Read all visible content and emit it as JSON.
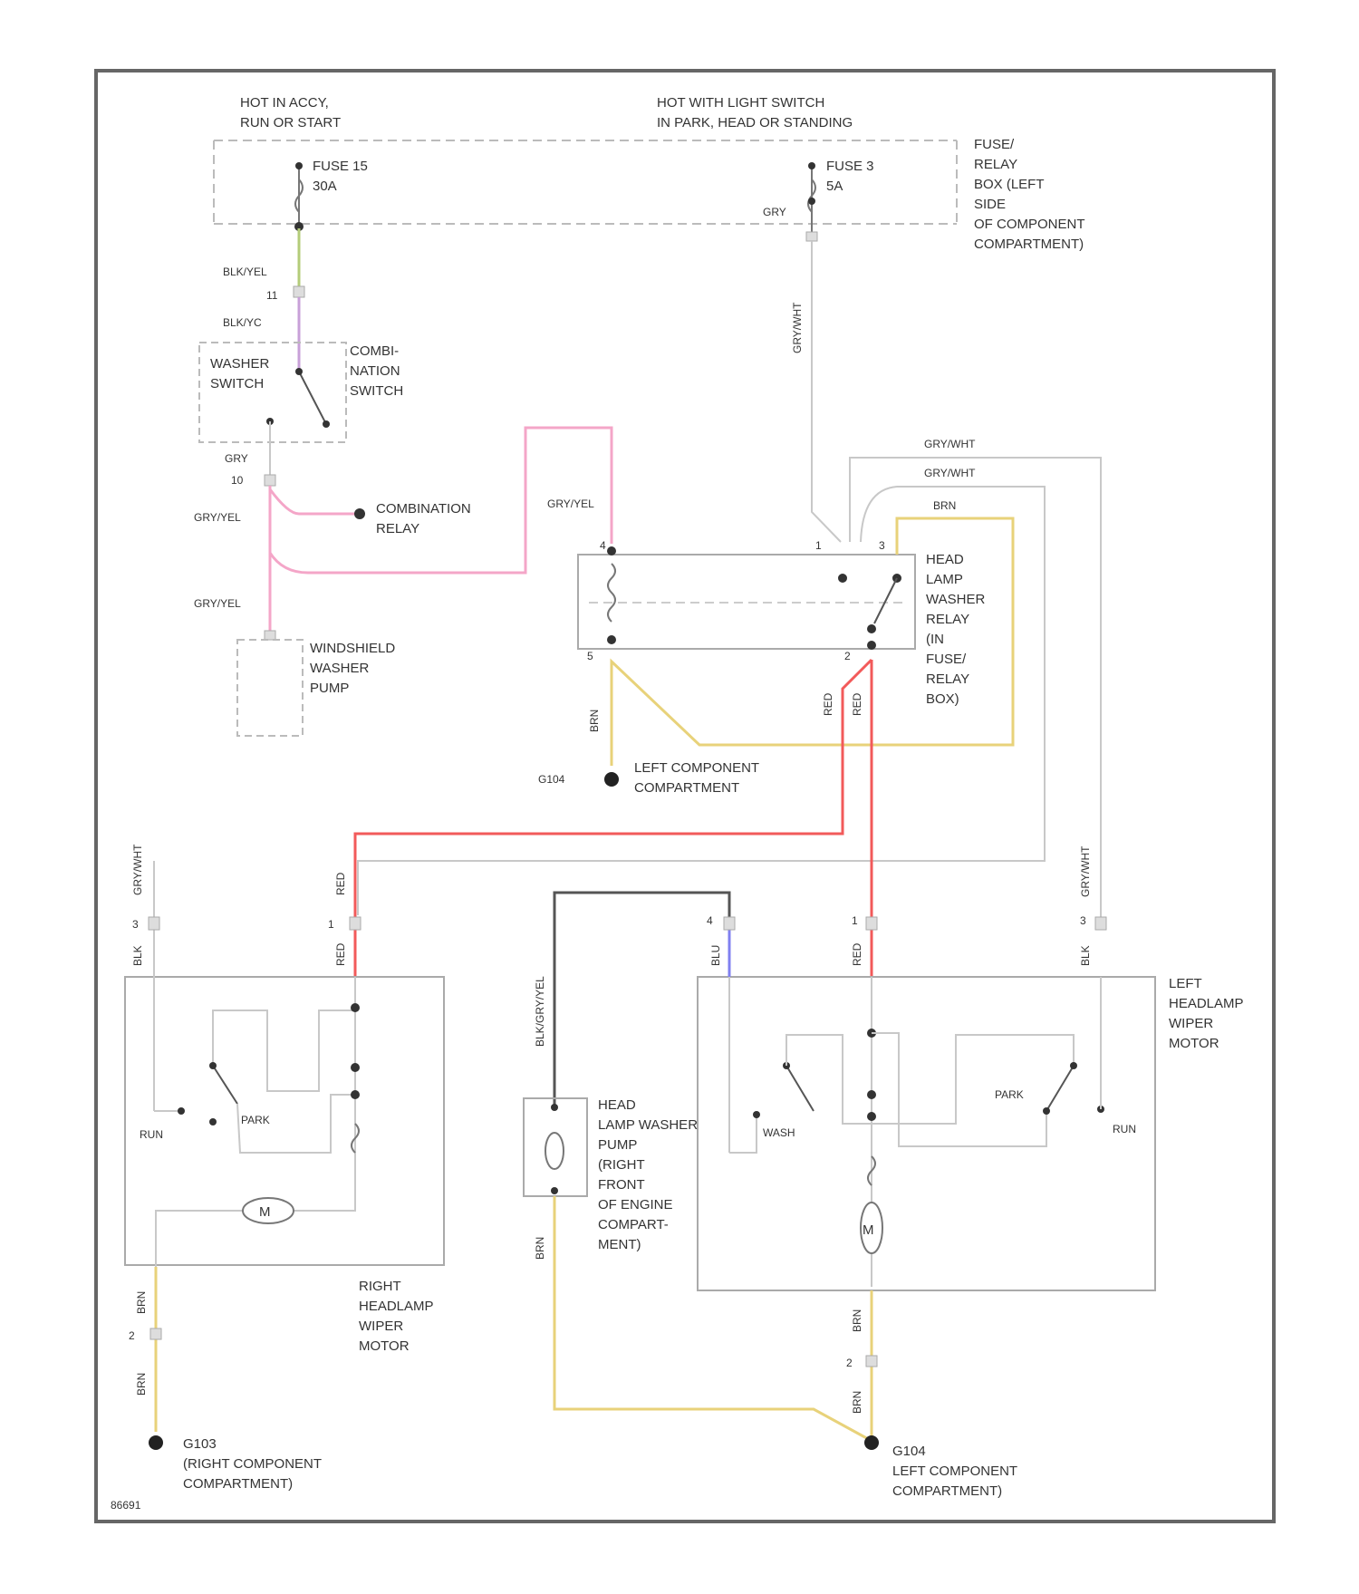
{
  "colors": {
    "wire_gray": "#c8c8c8",
    "wire_dark": "#555555",
    "wire_pink": "#f4a6c8",
    "wire_red": "#f25a5a",
    "wire_yellow": "#e8d27a",
    "wire_blue": "#8080f0",
    "wire_green": "#b4cc7a",
    "wire_purple": "#c8a0d8",
    "frame": "#666666"
  },
  "labels": {
    "hot_in_accy_1": "HOT IN ACCY,",
    "hot_in_accy_2": "RUN OR START",
    "hot_light_1": "HOT WITH LIGHT SWITCH",
    "hot_light_2": "IN PARK, HEAD OR STANDING",
    "fuse_box_1": "FUSE/",
    "fuse_box_2": "RELAY",
    "fuse_box_3": "BOX (LEFT",
    "fuse_box_4": "SIDE",
    "fuse_box_5": "OF COMPONENT",
    "fuse_box_6": "COMPARTMENT)",
    "fuse15_1": "FUSE 15",
    "fuse15_2": "30A",
    "fuse3_1": "FUSE 3",
    "fuse3_2": "5A",
    "fuse3_wire": "GRY",
    "w_blk_yel": "BLK/YEL",
    "w_blk_yel_2": "BLK/YC",
    "c_11": "11",
    "washer_sw_1": "WASHER",
    "washer_sw_2": "SWITCH",
    "combo_sw_1": "COMBI-",
    "combo_sw_2": "NATION",
    "combo_sw_3": "SWITCH",
    "w_gry_top": "GRY",
    "c_10": "10",
    "w_gry_yel_1": "GRY/YEL",
    "combo_relay_1": "COMBINATION",
    "combo_relay_2": "RELAY",
    "w_gry_yel_2": "GRY/YEL",
    "w_gry_yel_3": "GRY/YEL",
    "ws_pump_1": "WINDSHIELD",
    "ws_pump_2": "WASHER",
    "ws_pump_3": "PUMP",
    "w_gry_wht_v": "GRY/WHT",
    "w_gry_wht_1": "GRY/WHT",
    "w_gry_wht_2": "GRY/WHT",
    "w_brn_relay": "BRN",
    "relay_1": "HEAD",
    "relay_2": "LAMP",
    "relay_3": "WASHER",
    "relay_4": "RELAY",
    "relay_5": "(IN",
    "relay_6": "FUSE/",
    "relay_7": "RELAY",
    "relay_8": "BOX)",
    "pin_4": "4",
    "pin_1": "1",
    "pin_3": "3",
    "pin_5": "5",
    "pin_2": "2",
    "w_brn_g": "BRN",
    "w_red_1": "RED",
    "w_red_2": "RED",
    "ground_left_1": "G104",
    "ground_left_2": "LEFT COMPONENT",
    "ground_left_3": "COMPARTMENT",
    "w_gry_wht_r": "GRY/WHT",
    "w_red_r": "RED",
    "c_r3": "3",
    "c_r1": "1",
    "w_blk_r": "BLK",
    "w_red_r2": "RED",
    "run_r": "RUN",
    "park_r": "PARK",
    "motor_m": "M",
    "rh_motor_1": "RIGHT",
    "rh_motor_2": "HEADLAMP",
    "rh_motor_3": "WIPER",
    "rh_motor_4": "MOTOR",
    "w_brn_r1": "BRN",
    "c_r2": "2",
    "w_brn_r2": "BRN",
    "ground_right_1": "G103",
    "ground_right_2": "(RIGHT COMPONENT",
    "ground_right_3": "COMPARTMENT)",
    "w_blk_gry_v": "BLK/GRY/YEL",
    "c_4": "4",
    "c_1": "1",
    "c_3": "3",
    "w_blu": "BLU",
    "w_red_l": "RED",
    "w_blk_l": "BLK",
    "w_gry_wht_l": "GRY/WHT",
    "hl_pump_1": "HEAD",
    "hl_pump_2": "LAMP WASHER",
    "hl_pump_3": "PUMP",
    "hl_pump_4": "(RIGHT",
    "hl_pump_5": "FRONT",
    "hl_pump_6": "OF ENGINE",
    "hl_pump_7": "COMPART-",
    "hl_pump_8": "MENT)",
    "w_brn_pump": "BRN",
    "wash_l": "WASH",
    "park_l": "PARK",
    "run_l": "RUN",
    "lh_motor_1": "LEFT",
    "lh_motor_2": "HEADLAMP",
    "lh_motor_3": "WIPER",
    "lh_motor_4": "MOTOR",
    "w_brn_l1": "BRN",
    "c_l2": "2",
    "w_brn_l2": "BRN",
    "ground_lh_1": "G104",
    "ground_lh_2": "LEFT COMPONENT",
    "ground_lh_3": "COMPARTMENT)",
    "diagram_id": "86691"
  }
}
